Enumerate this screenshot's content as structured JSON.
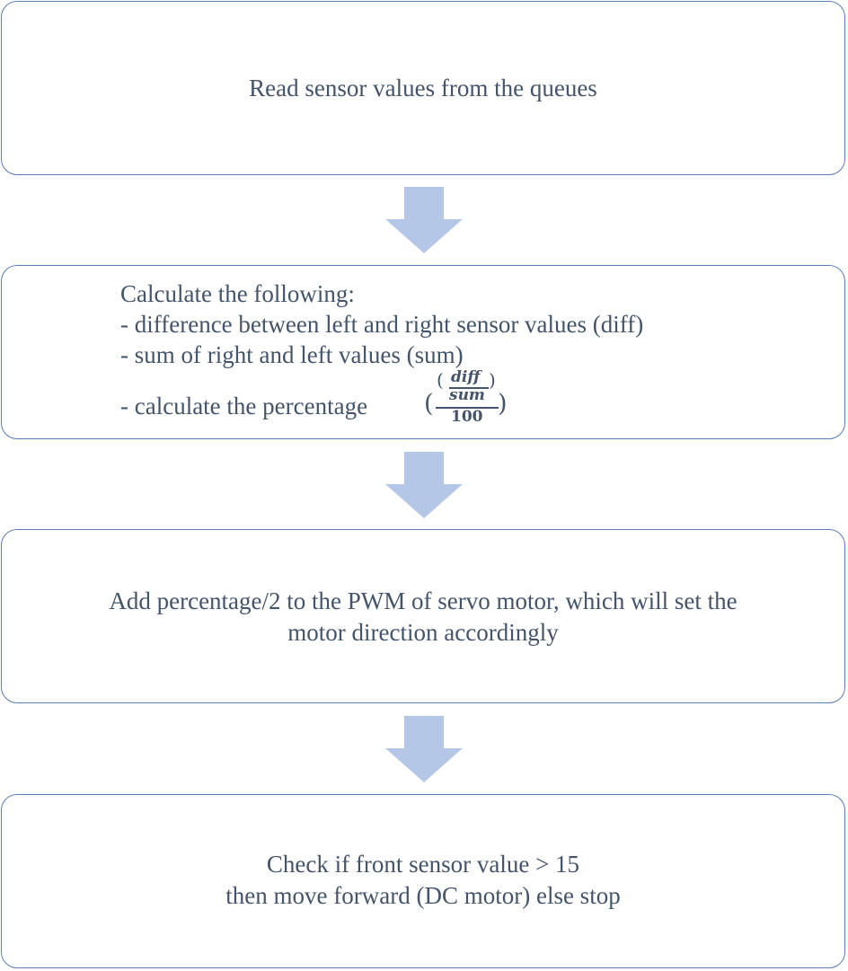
{
  "steps": [
    {
      "lines": [
        "Read sensor values from the queues"
      ]
    },
    {
      "heading": "Calculate the following:",
      "items": [
        "- difference between left and right sensor values (diff)",
        "- sum of right and left values (sum)"
      ],
      "formula_prefix": "- calculate the percentage",
      "formula": {
        "numerator": "diff",
        "denominator_inner": "sum",
        "denominator": "100"
      }
    },
    {
      "lines": [
        "Add percentage/2 to the PWM of servo motor, which will set the",
        "motor direction accordingly"
      ]
    },
    {
      "lines": [
        "Check if front sensor value > 15",
        "then move forward (DC motor) else stop"
      ]
    }
  ],
  "colors": {
    "box_border": "#5b7db8",
    "arrow": "#b4c7e7",
    "text": "#44546a"
  },
  "arrow_icon": "down-arrow-icon"
}
